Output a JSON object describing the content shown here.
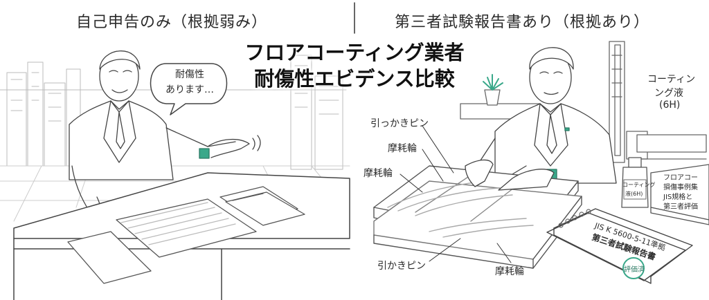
{
  "left_panel": {
    "heading": "自己申告のみ（根拠弱み）",
    "speech": [
      "耐傷性",
      "あります…"
    ]
  },
  "right_panel": {
    "heading": "第三者試験報告書あり（根拠あり）",
    "labels": {
      "scratch_pin_top": "引っかきピン",
      "wheel_1": "摩耗輪",
      "wheel_2": "摩耗輪",
      "scratch_pin_bottom": "引かきピン",
      "wheel_3": "摩耗輪",
      "coating_fluid": [
        "コーティン",
        "ング液",
        "(6H)"
      ]
    },
    "bottle_label": [
      "コーティング",
      "液(6H)"
    ],
    "book_title": [
      "フロアコー",
      "損傷事例集",
      "JIS規格と",
      "第三者評価"
    ],
    "report_title": [
      "JIS K 5600-5-11準拠",
      "第三者試験報告書"
    ],
    "stamp": "評価済"
  },
  "center_title": [
    "フロアコーティング業者",
    "耐傷性エビデンス比較"
  ],
  "colors": {
    "line": "#444444",
    "accent": "#3aa88a",
    "paper": "#ffffff"
  }
}
